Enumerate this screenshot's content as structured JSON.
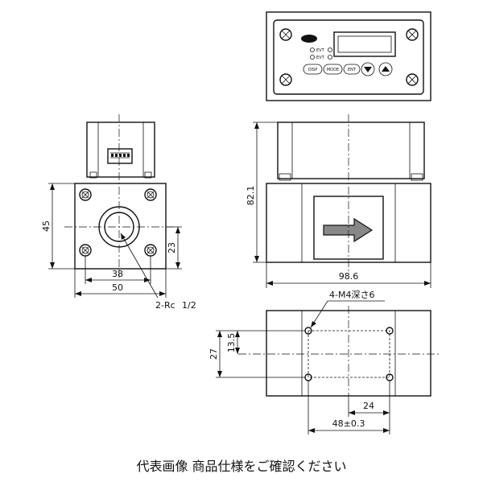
{
  "front_panel": {
    "indicators": [
      "EVT",
      "EVT"
    ],
    "buttons": [
      "DISP",
      "MODE",
      "ENT"
    ]
  },
  "front_view_dims": {
    "height": "45",
    "half_height": "23",
    "hole_pitch": "38",
    "width": "50",
    "port": "2-Rc",
    "port_fraction": "1/2"
  },
  "side_view_dims": {
    "height": "82.1",
    "length": "98.6"
  },
  "bottom_view_dims": {
    "tap_holes": "4-M4深さ6",
    "half_pitch_v": "13.5",
    "pitch_v": "27",
    "half_pitch_h": "24",
    "pitch_h": "48±0.3"
  },
  "caption": "代表画像 商品仕様をご確認ください"
}
